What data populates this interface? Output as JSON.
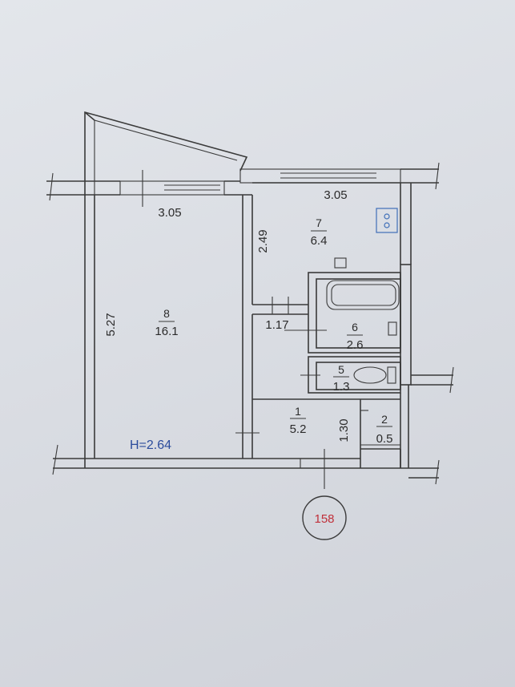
{
  "plan": {
    "rooms": [
      {
        "id": "room-8",
        "number": "8",
        "area": "16.1"
      },
      {
        "id": "room-7",
        "number": "7",
        "area": "6.4"
      },
      {
        "id": "room-6",
        "number": "6",
        "area": "2.6"
      },
      {
        "id": "room-5",
        "number": "5",
        "area": "1.3"
      },
      {
        "id": "room-1",
        "number": "1",
        "area": "5.2"
      },
      {
        "id": "room-2",
        "number": "2",
        "area": "0.5"
      }
    ],
    "dimensions": {
      "room8_width": "3.05",
      "room8_length": "5.27",
      "kitchen_width": "3.05",
      "kitchen_depth": "2.49",
      "hall_width": "1.17",
      "closet_depth": "1.30"
    },
    "ceiling_height": "H=2.64",
    "apartment_number": "158"
  }
}
